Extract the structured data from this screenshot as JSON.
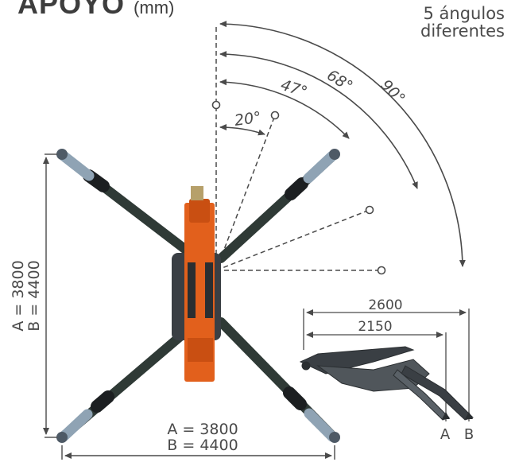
{
  "title": "APOYO",
  "unit": "(mm)",
  "note_line1": "5 ángulos",
  "note_line2": "diferentes",
  "angles": [
    "20°",
    "47°",
    "68°",
    "90°"
  ],
  "outrigger_sizes": {
    "a_label": "A = 3800",
    "b_label": "B = 4400"
  },
  "side_view": {
    "outer_dim": "2600",
    "inner_dim": "2150",
    "marker_a": "A",
    "marker_b": "B"
  },
  "colors": {
    "boom": "#e2601c",
    "chassis": "#3a3f44",
    "outrigger_arm": "#2f3a36",
    "outrigger_foot": "#8fa3b4",
    "dimension": "#4a4a4a"
  }
}
